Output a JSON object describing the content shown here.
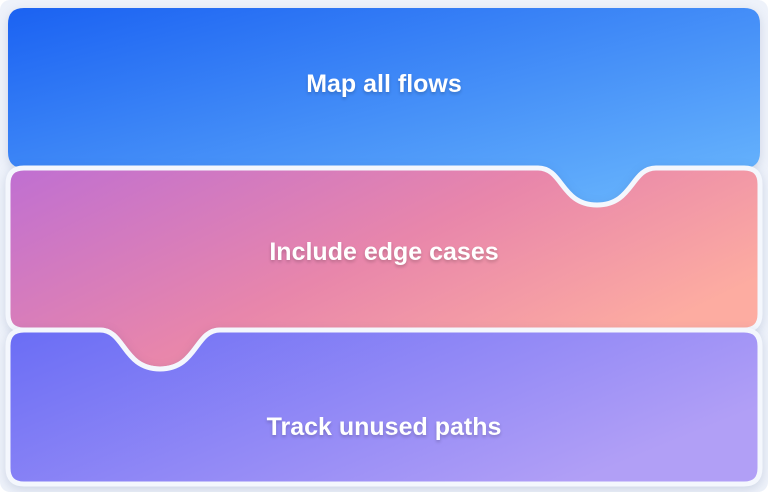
{
  "background": "#eef2fa",
  "stroke_color": "#f4f7fd",
  "text_color": "#ffffff",
  "cards": [
    {
      "label": "Map all flows",
      "gradient": {
        "from": "#1b62f2",
        "to": "#6cb9fd"
      }
    },
    {
      "label": "Include edge cases",
      "gradient": {
        "from": "#bf6fd2",
        "mid": "#e886ab",
        "to": "#fdaca1"
      }
    },
    {
      "label": "Track unused paths",
      "gradient": {
        "from": "#6a6df5",
        "to": "#b19ff6"
      }
    }
  ]
}
